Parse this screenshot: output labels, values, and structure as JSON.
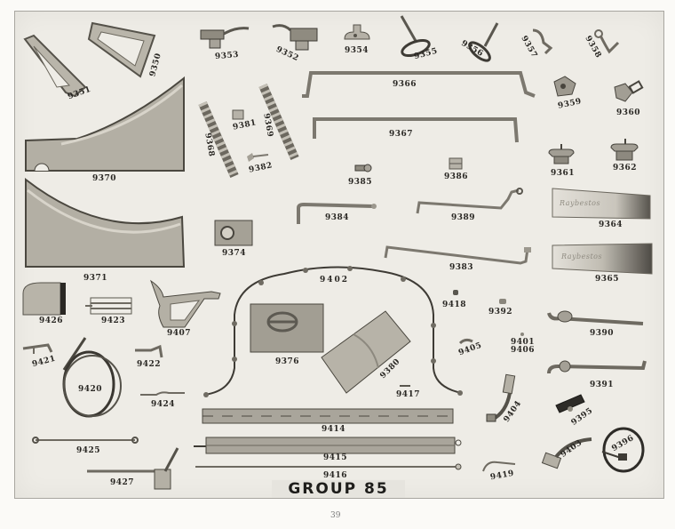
{
  "page": {
    "group_title": "GROUP 85",
    "page_number": "39"
  },
  "parts": {
    "p9351": "9351",
    "p9350": "9350",
    "p9353": "9353",
    "p9352": "9352",
    "p9354": "9354",
    "p9355": "9355",
    "p9356": "9356",
    "p9357": "9357",
    "p9358": "9358",
    "p9366": "9366",
    "p9359": "9359",
    "p9360": "9360",
    "p9370": "9370",
    "p9368": "9368",
    "p9381": "9381",
    "p9369": "9369",
    "p9382": "9382",
    "p9367": "9367",
    "p9385": "9385",
    "p9386": "9386",
    "p9361": "9361",
    "p9362": "9362",
    "p9371": "9371",
    "p9374": "9374",
    "p9384": "9384",
    "p9389": "9389",
    "p9364": "9364",
    "p9383": "9383",
    "p9365": "9365",
    "p9402": "9402",
    "p9418": "9418",
    "p9392": "9392",
    "p9426": "9426",
    "p9423": "9423",
    "p9407": "9407",
    "p9376": "9376",
    "p9390": "9390",
    "p9405": "9405",
    "p9401": "9401",
    "p9406": "9406",
    "p9421": "9421",
    "p9422": "9422",
    "p9380": "9380",
    "p9417": "9417",
    "p9391": "9391",
    "p9420": "9420",
    "p9424": "9424",
    "p9404": "9404",
    "p9395": "9395",
    "p9414": "9414",
    "p9425": "9425",
    "p9415": "9415",
    "p9403": "9403",
    "p9396": "9396",
    "p9427": "9427",
    "p9416": "9416",
    "p9419": "9419"
  },
  "plate_text": {
    "nameplate_script": "Raybestos"
  }
}
